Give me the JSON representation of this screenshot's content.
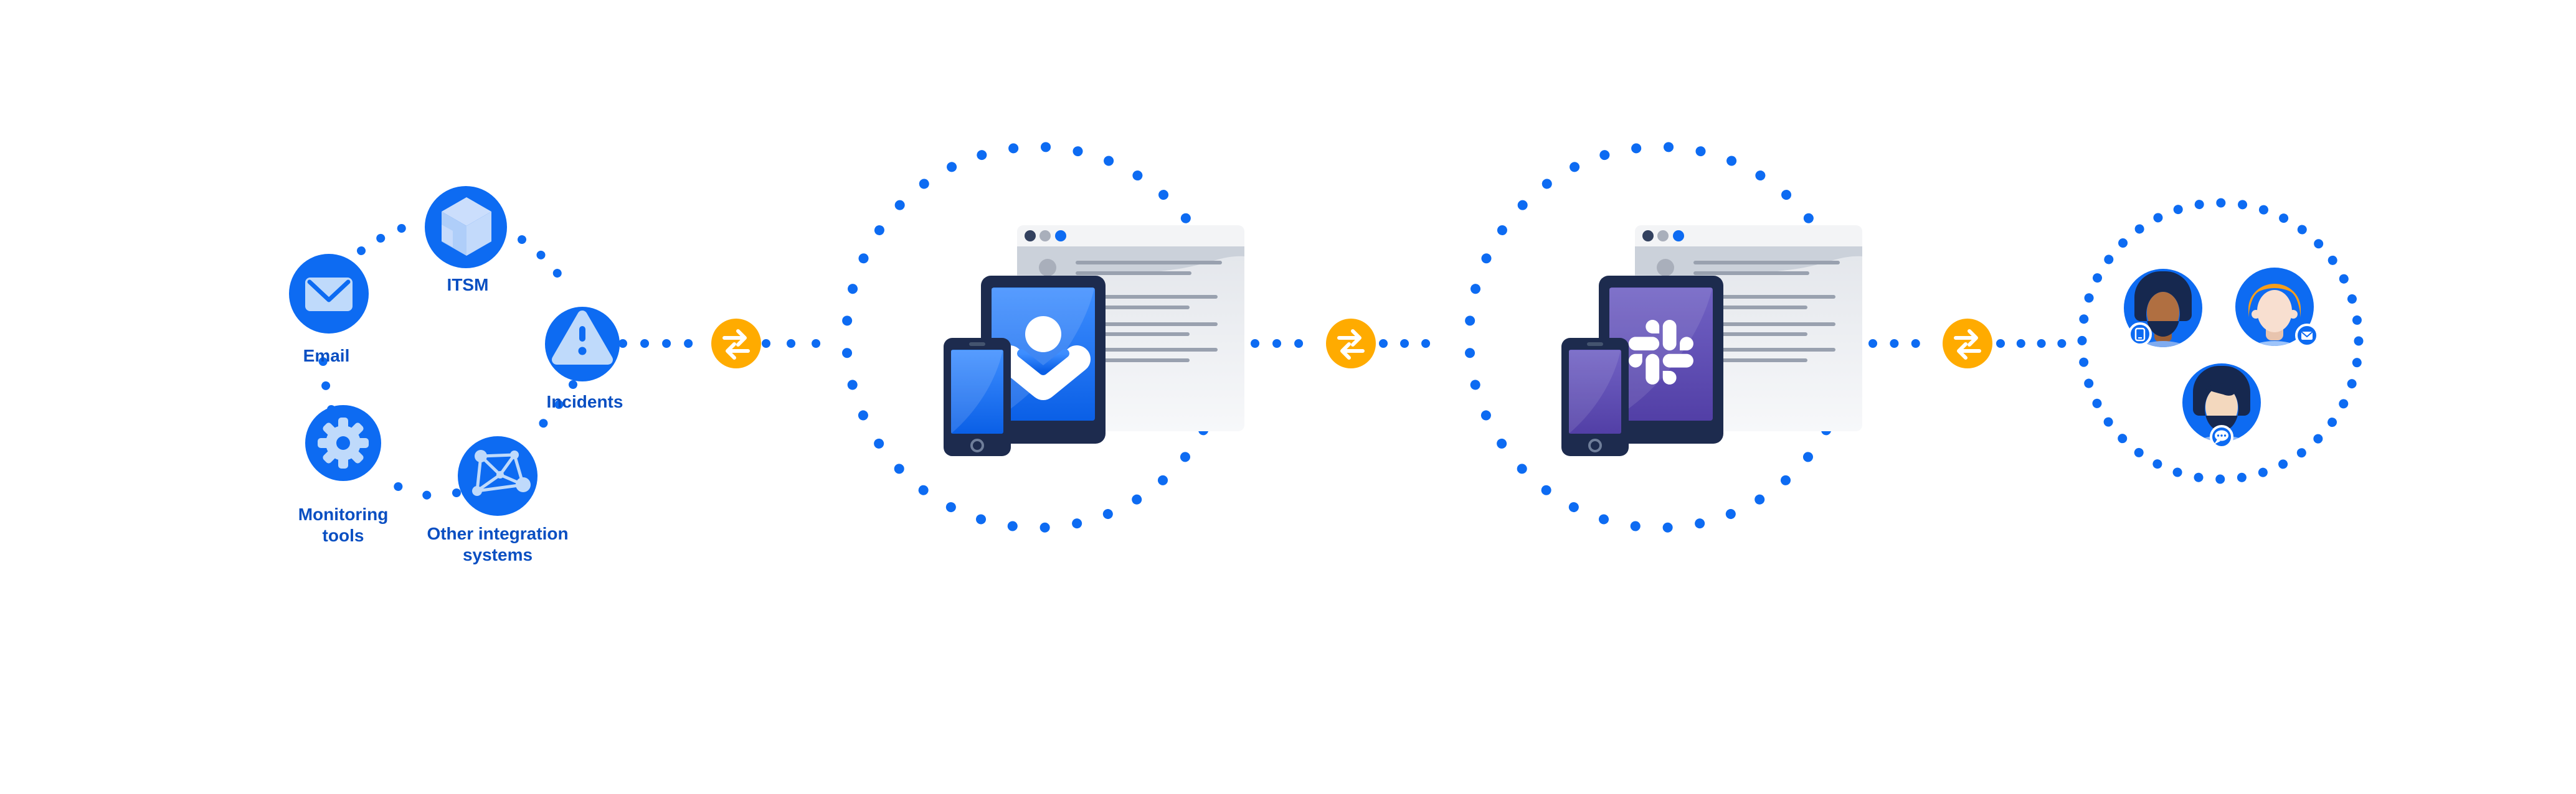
{
  "illustration": {
    "description": "Integration pipeline diagram: source tools feed an incident app (phone, tablet, browser), which syncs two-way with Slack apps, which reach the team members.",
    "palette": {
      "blue": "#0D6BF2",
      "label_blue": "#0A4FC2",
      "light_icon_blue": "#BFDAFB",
      "navy_frame": "#1D2B4E",
      "orange_connector": "#FFAB00",
      "screen_blue_top": "#3E8EFF",
      "screen_blue_bottom": "#0A5FE6",
      "screen_purple_top": "#7162C4",
      "screen_purple_bottom": "#523FA6",
      "browser_titlebar": "#F3F4F6",
      "browser_band": "#CBD1DA",
      "browser_line": "#99A1AF"
    }
  },
  "sources": {
    "items": [
      {
        "id": "email",
        "label": "Email",
        "icon": "envelope-icon"
      },
      {
        "id": "itsm",
        "label": "ITSM",
        "icon": "cube-icon"
      },
      {
        "id": "incidents",
        "label": "Incidents",
        "icon": "warning-triangle-icon"
      },
      {
        "id": "monitoring",
        "label_line1": "Monitoring",
        "label_line2": "tools",
        "icon": "gear-icon"
      },
      {
        "id": "other",
        "label_line1": "Other integration",
        "label_line2": "systems",
        "icon": "network-icon"
      }
    ]
  },
  "connectors": [
    {
      "id": "connector-1",
      "icon": "two-way-sync-arrows-icon"
    },
    {
      "id": "connector-2",
      "icon": "two-way-sync-arrows-icon"
    },
    {
      "id": "connector-3",
      "icon": "two-way-sync-arrows-icon"
    }
  ],
  "stages": [
    {
      "id": "incident-app",
      "icons": [
        "browser-window",
        "tablet",
        "phone",
        "user-icon"
      ]
    },
    {
      "id": "slack-app",
      "icons": [
        "browser-window",
        "tablet",
        "phone",
        "slack-logo-icon"
      ]
    },
    {
      "id": "team",
      "members": [
        {
          "id": "member-1",
          "badge": "phone-badge-icon"
        },
        {
          "id": "member-2",
          "badge": "email-badge-icon"
        },
        {
          "id": "member-3",
          "badge": "chat-badge-icon"
        }
      ]
    }
  ]
}
